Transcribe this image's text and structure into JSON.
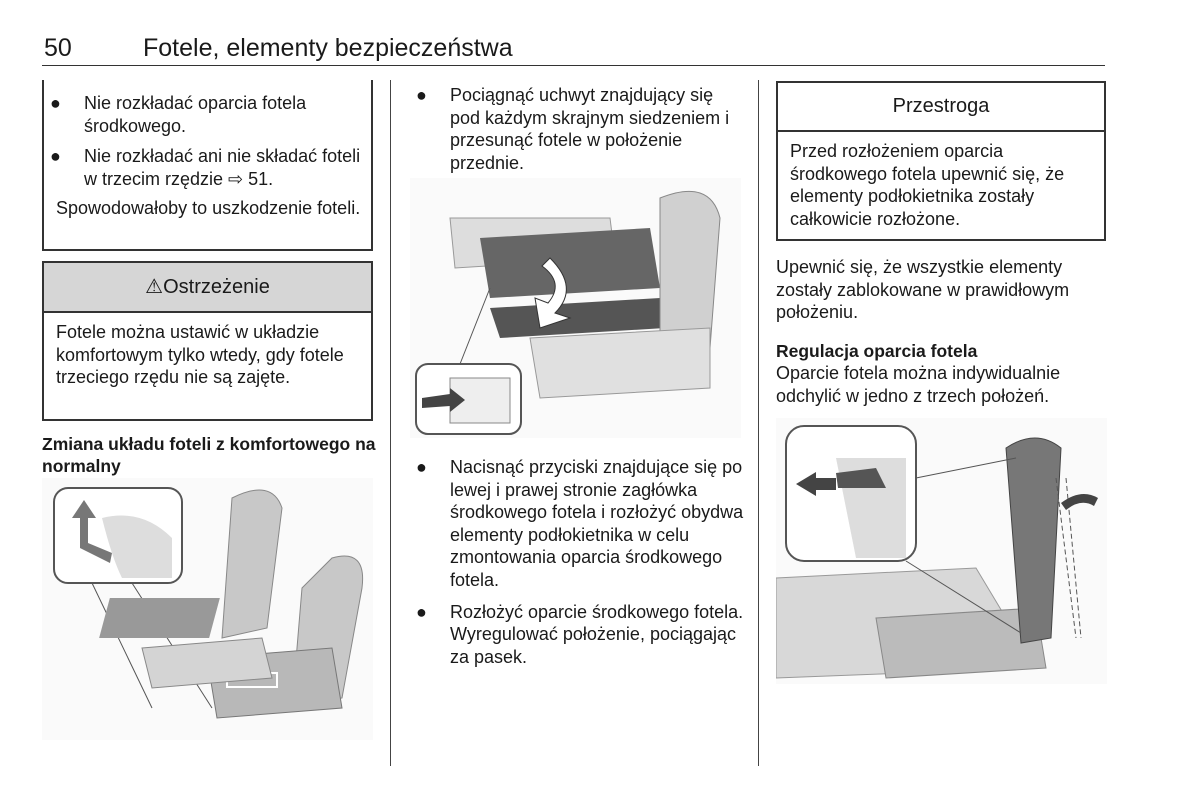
{
  "header": {
    "page_number": "50",
    "section_title": "Fotele, elementy bezpieczeństwa"
  },
  "col1": {
    "notice_bullets": [
      "Nie rozkładać oparcia fotela środkowego.",
      "Nie rozkładać ani nie składać foteli w trzecim rzędzie"
    ],
    "page_ref_icon": "arrow-ref-icon",
    "page_ref": "51.",
    "notice_text": "Spowodowałoby to uszkodzenie foteli.",
    "warning": {
      "icon": "warning-triangle-icon",
      "title": "Ostrzeżenie",
      "text": "Fotele można ustawić w układzie komfortowym tylko wtedy, gdy fotele trzeciego rzędu nie są zajęte."
    },
    "heading": "Zmiana układu foteli z komfortowego na normalny"
  },
  "col2": {
    "bullets_top": [
      "Pociągnąć uchwyt znajdujący się pod każdym skrajnym siedzeniem i przesunąć fotele w położenie przednie."
    ],
    "bullets_bottom": [
      "Nacisnąć przyciski znajdujące się po lewej i prawej stronie zagłówka środkowego fotela i rozłożyć obydwa elementy podłokietnika w celu zmontowania oparcia środkowego fotela.",
      "Rozłożyć oparcie środkowego fotela. Wyregulować położenie, pociągając za pasek."
    ]
  },
  "col3": {
    "caution": {
      "title": "Przestroga",
      "text": "Przed rozłożeniem oparcia środkowego fotela upewnić się, że elementy podłokietnika zostały całkowicie rozłożone."
    },
    "para": "Upewnić się, że wszystkie elementy zostały zablokowane w prawidłowym położeniu.",
    "heading": "Regulacja oparcia fotela",
    "text": "Oparcie fotela można indywidualnie odchylić w jedno z trzech położeń."
  },
  "colors": {
    "text": "#1a1a1a",
    "warning_header": "#d6d6d6",
    "seat_gray": "#c8c8c8",
    "dark_gray": "#555555"
  }
}
